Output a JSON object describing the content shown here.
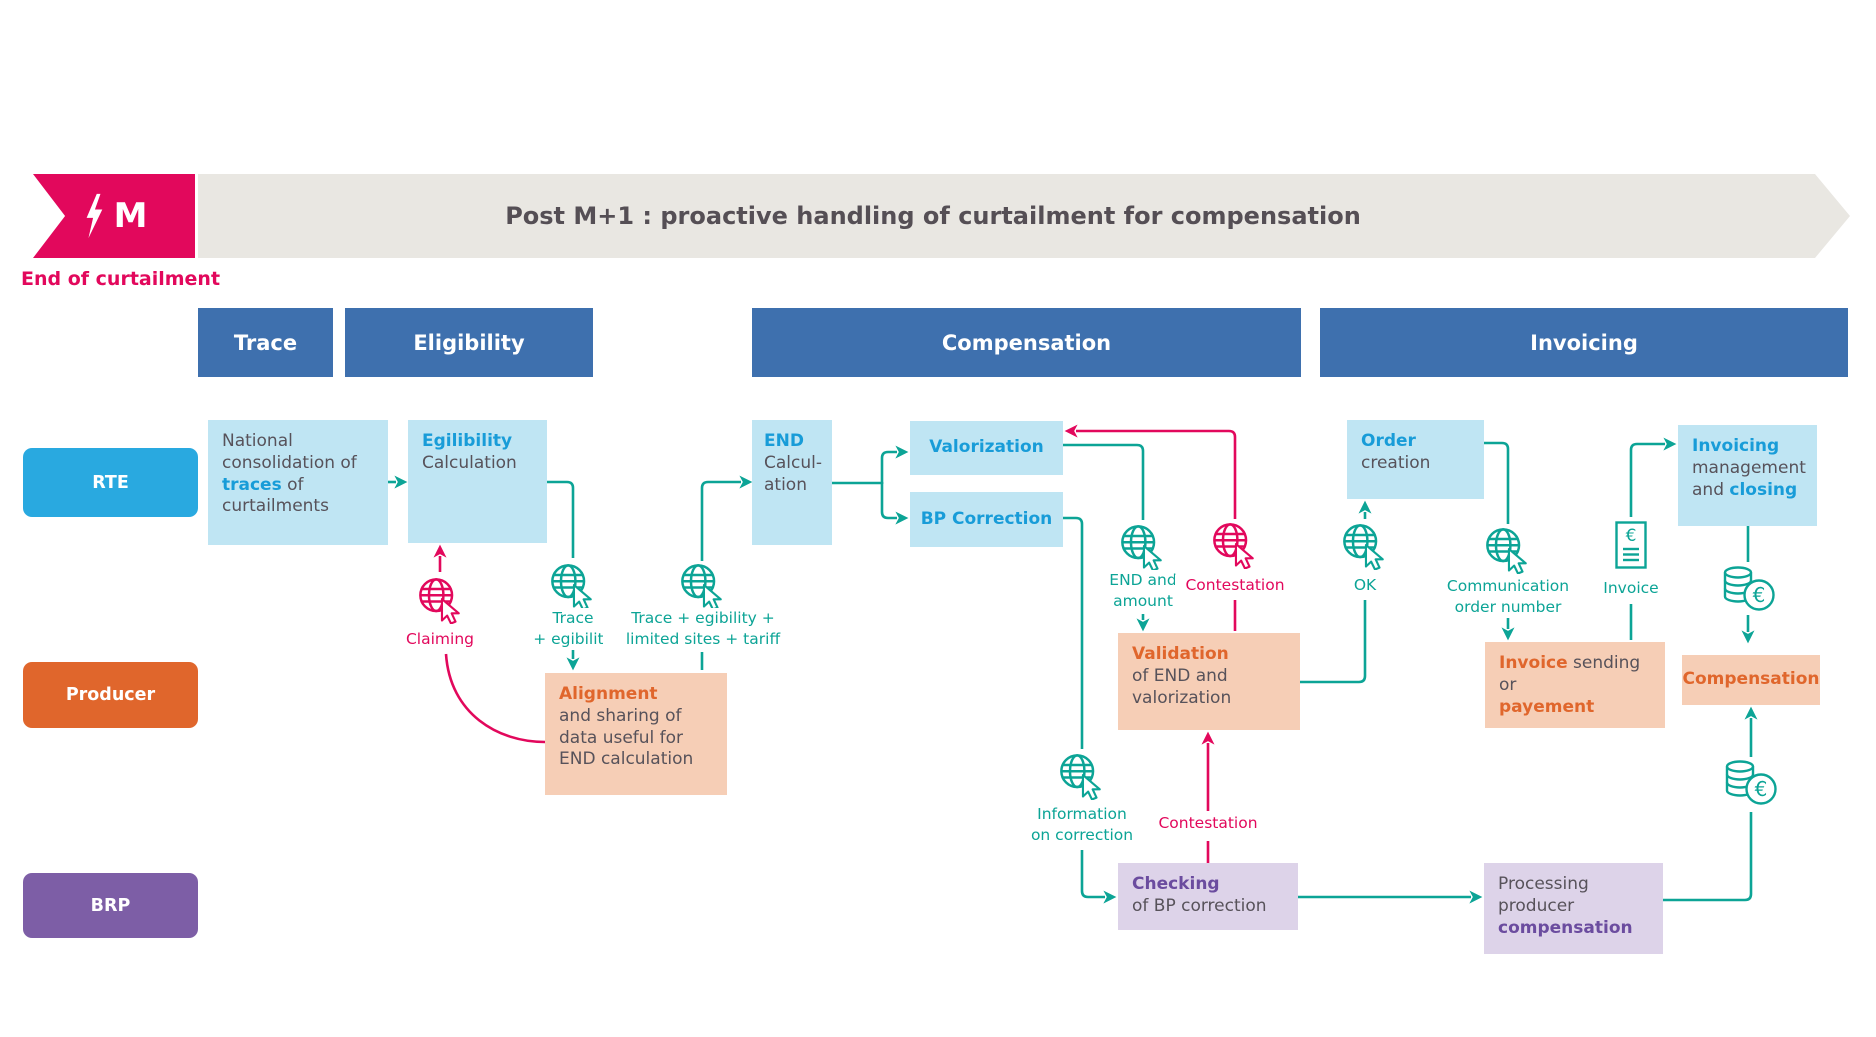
{
  "banner": {
    "milestone": "M",
    "event": "End of curtailment",
    "title": "Post M+1 : proactive handling of curtailment for compensation"
  },
  "phases": {
    "trace": "Trace",
    "eligibility": "Eligibility",
    "compensation": "Compensation",
    "invoicing": "Invoicing"
  },
  "lanes": {
    "rte": "RTE",
    "producer": "Producer",
    "brp": "BRP"
  },
  "rte": {
    "national": {
      "pre": "National consolidation of ",
      "hl": "traces",
      "post": " of curtailments"
    },
    "egilibility": {
      "hl": "Egilibility",
      "rest": "Calculation"
    },
    "end_calc": {
      "hl": "END",
      "l2": "Calcul-",
      "l3": "ation"
    },
    "valorization": {
      "hl": "Valorization"
    },
    "bp_correction": {
      "hl": "BP Correction"
    },
    "order": {
      "hl": "Order",
      "rest": "creation"
    },
    "invoicing_mgmt": {
      "hl": "Invoicing",
      "l2": "management",
      "l3_pre": "and ",
      "l3_hl": "closing"
    }
  },
  "producer": {
    "alignment": {
      "hl": "Alignment",
      "l2": "and sharing of",
      "l3": "data useful for",
      "l4": "END calculation"
    },
    "validation": {
      "hl": "Validation",
      "l2": "of END and",
      "l3": "valorization"
    },
    "invoice_sending": {
      "l1_hl": "Invoice",
      "l1_rest": " sending",
      "l2": "or",
      "l3_hl": "payement"
    },
    "compensation": {
      "hl": "Compensation"
    }
  },
  "brp": {
    "checking": {
      "hl": "Checking",
      "l2": "of BP correction"
    },
    "processing": {
      "l1": "Processing",
      "l2": "producer",
      "l3_hl": "compensation"
    }
  },
  "annotations": {
    "claiming": "Claiming",
    "trace_egibility": {
      "l1": "Trace",
      "l2": "+ egibility"
    },
    "trace_tariff": {
      "l1": "Trace + egibility +",
      "l2": "limited sites + tariff"
    },
    "end_amount": {
      "l1": "END and",
      "l2": "amount"
    },
    "contestation_top": "Contestation",
    "ok": "OK",
    "comm_order": {
      "l1": "Communication",
      "l2": "order number"
    },
    "invoice": "Invoice",
    "info_correction": {
      "l1": "Information",
      "l2": "on correction"
    },
    "contestation_bottom": "Contestation"
  },
  "icons": {
    "euro": "€",
    "globe_click": "globe-click-icon",
    "coins": "euro-coins-icon",
    "invoice_doc": "invoice-document-icon",
    "lightning": "lightning-icon"
  },
  "colors": {
    "teal": "#0CA496",
    "pink": "#E2085C",
    "header_blue": "#3E70AE",
    "rte_blue": "#29A9E0",
    "light_blue": "#BFE5F3",
    "blue_text": "#189CD8",
    "orange": "#E0662C",
    "peach": "#F6CEB6",
    "purple": "#7D5EA6",
    "light_purple": "#DDD3E9",
    "purple_text": "#6B4C9F",
    "band_gray": "#E9E7E2",
    "text_gray": "#57525A"
  }
}
